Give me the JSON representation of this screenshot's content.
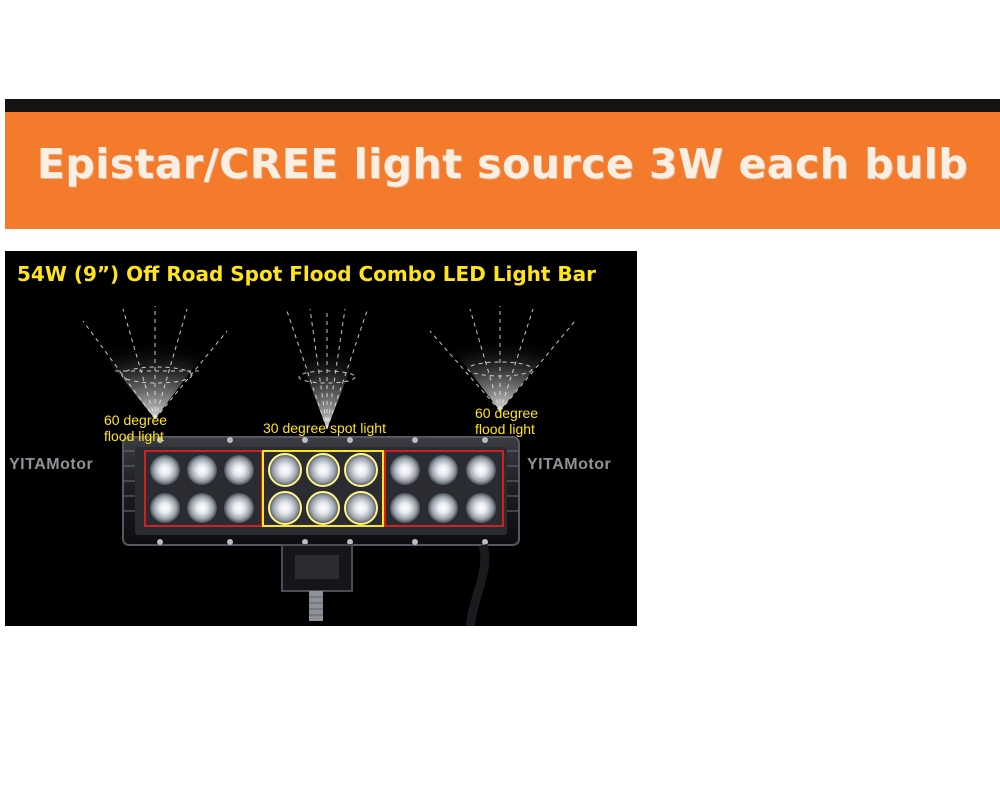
{
  "banner": {
    "text": "Epistar/CREE light source  3W each bulb"
  },
  "product": {
    "title": "54W (9”) Off Road Spot Flood Combo LED Light Bar",
    "labels": {
      "flood_left": [
        "60 degree",
        "flood light"
      ],
      "spot": "30 degree spot light",
      "flood_right": [
        "60 degree",
        "flood light"
      ]
    },
    "watermark": "YITAMotor"
  },
  "colors": {
    "banner_orange": "#f47a2c",
    "label_yellow": "#ffe417",
    "flood_frame_red": "#d02020",
    "spot_frame_yellow": "#ffe417"
  }
}
